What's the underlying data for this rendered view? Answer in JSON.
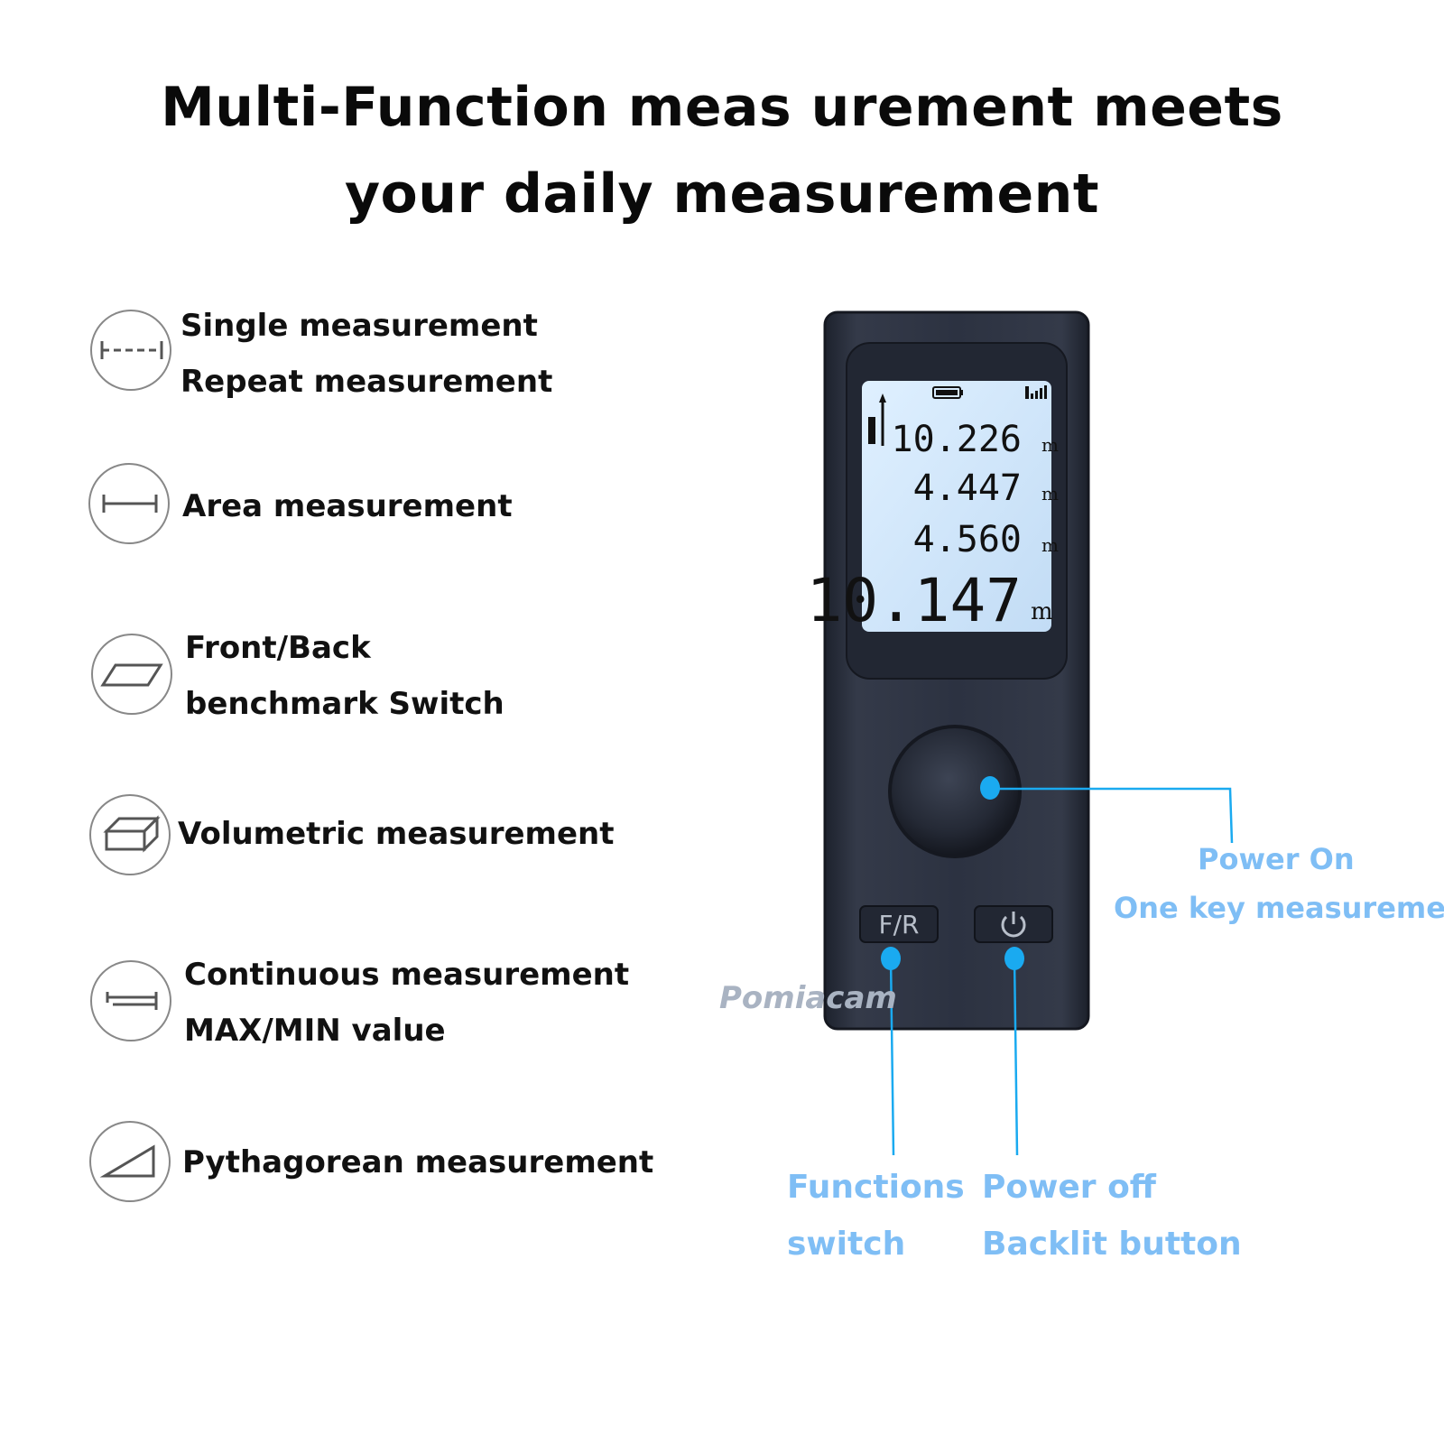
{
  "heading": {
    "line1": "Multi-Function meas urement meets",
    "line2": "your daily measurement"
  },
  "features": [
    {
      "icon": "single-measure-icon",
      "lines": [
        "Single measurement",
        "Repeat measurement"
      ]
    },
    {
      "icon": "area-measure-icon",
      "lines": [
        "Area measurement"
      ]
    },
    {
      "icon": "benchmark-switch-icon",
      "lines": [
        "Front/Back",
        "benchmark Switch"
      ]
    },
    {
      "icon": "volume-measure-icon",
      "lines": [
        "Volumetric measurement"
      ]
    },
    {
      "icon": "continuous-measure-icon",
      "lines": [
        "Continuous measurement",
        "MAX/MIN value"
      ]
    },
    {
      "icon": "pythagorean-measure-icon",
      "lines": [
        "Pythagorean measurement"
      ]
    }
  ],
  "display": {
    "readings": [
      "10.226",
      "4.447",
      "4.560"
    ],
    "main_reading": "10.147",
    "unit": "m"
  },
  "buttons": {
    "fr_label": "F/R"
  },
  "brand": "Pomiacam",
  "callouts": {
    "power_on": [
      "Power On",
      "One key measurement"
    ],
    "functions": [
      "Functions",
      "switch"
    ],
    "power_off": [
      "Power off",
      "Backlit button"
    ]
  },
  "colors": {
    "accent": "#1aaaf0",
    "callout_text": "#7fbef5",
    "device_body": "#2b3140",
    "lcd": "#cfe6fb"
  }
}
